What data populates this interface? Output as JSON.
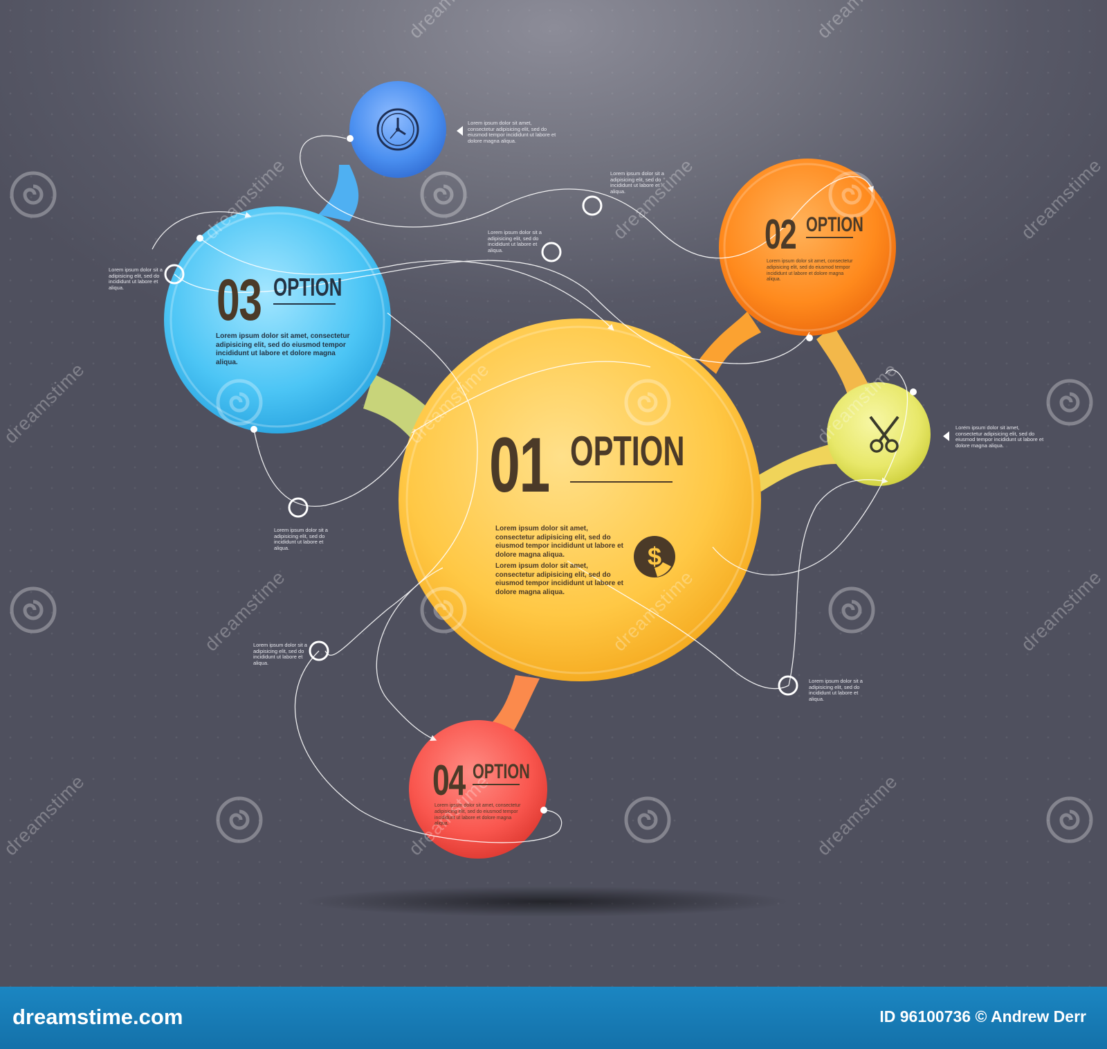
{
  "options": {
    "o1": {
      "number": "01",
      "word": "OPTION",
      "text1": "Lorem ipsum dolor sit amet, consectetur adipisicing elit, sed do eiusmod tempor incididunt ut labore et dolore magna aliqua.",
      "text2": "Lorem ipsum dolor sit amet, consectetur adipisicing elit, sed do eiusmod tempor incididunt ut labore et dolore magna aliqua.",
      "icon": "dollar-icon"
    },
    "o2": {
      "number": "02",
      "word": "OPTION",
      "text": "Lorem ipsum dolor sit amet, consectetur adipisicing elit, sed do eiusmod tempor incididunt ut labore et dolore magna aliqua."
    },
    "o3": {
      "number": "03",
      "word": "OPTION",
      "text": "Lorem ipsum dolor sit amet, consectetur adipisicing elit, sed do eiusmod tempor incididunt ut labore et dolore magna aliqua."
    },
    "o4": {
      "number": "04",
      "word": "OPTION",
      "text": "Lorem ipsum dolor sit amet, consectetur adipisicing elit, sed do eiusmod tempor incididunt ut labore et dolore magna aliqua."
    }
  },
  "icons": {
    "clock": "clock-icon",
    "scissors": "scissors-icon"
  },
  "notes": {
    "clock": "Lorem ipsum dolor sit amet, consectetur adipisicing elit, sed do eiusmod tempor incididunt ut labore et dolore magna aliqua.",
    "scissors": "Lorem ipsum dolor sit amet, consectetur adipisicing elit, sed do eiusmod tempor incididunt ut labore et dolore magna aliqua.",
    "short_a": [
      "Lorem ipsum dolor sit a",
      "adipisicing elit, sed do",
      "incididunt ut labore et",
      "aliqua."
    ],
    "short_b": [
      "Lorem ipsum dolor sit a",
      "adipisicing elit, sed do",
      "incididunt ut labore et",
      "aliqua."
    ],
    "short_c": [
      "Lorem ipsum dolor sit a",
      "adipisicing elit, sed do",
      "incididunt ut labore et",
      "aliqua."
    ],
    "short_d": [
      "Lorem ipsum dolor sit a",
      "adipisicing elit, sed do",
      "incididunt ut labore et",
      "aliqua."
    ],
    "short_e": [
      "Lorem ipsum dolor sit a",
      "adipisicing elit, sed do",
      "incididunt ut labore et",
      "aliqua."
    ],
    "short_f": [
      "Lorem ipsum dolor sit a",
      "adipisicing elit, sed do",
      "incididunt ut labore et",
      "aliqua."
    ]
  },
  "watermark": {
    "text": "dreamstime"
  },
  "footer": {
    "brand": "dreamstime.com",
    "credit": "ID 96100736 © Andrew Derr"
  },
  "colors": {
    "yellow": "#ffc845",
    "orange": "#ff8a1d",
    "blue": "#4cc5f5",
    "royal_blue": "#4a8ff0",
    "red": "#f9564e",
    "lime": "#e8e86a",
    "text_brown": "#4b3a28"
  }
}
